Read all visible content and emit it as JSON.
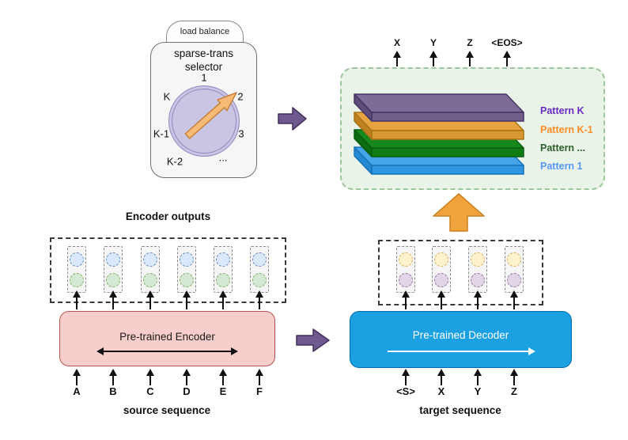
{
  "selector": {
    "tab_label": "load balance",
    "title_line1": "sparse-trans",
    "title_line2": "selector",
    "dial_labels": [
      "1",
      "2",
      "3",
      "...",
      "K-2",
      "K-1",
      "K"
    ],
    "dial_fill": "#c9c5e2",
    "dial_border": "#8f89bf",
    "arrow_fill": "#f8bb77",
    "arrow_stroke": "#c87f37"
  },
  "flow_arrows": {
    "purple_fill": "#6e5a8e",
    "purple_stroke": "#43305c",
    "orange_fill": "#f0a33c",
    "orange_stroke": "#c8811e"
  },
  "pattern_panel": {
    "background": "#eaf3e7",
    "border": "#9cc69c",
    "outputs": [
      "X",
      "Y",
      "Z",
      "<EOS>"
    ],
    "layers": [
      {
        "label": "Pattern K",
        "label_color": "#6a2cc7",
        "top": "#7d6c98",
        "front": "#705f8b",
        "side": "#5e4d79",
        "stroke": "#443366"
      },
      {
        "label": "Pattern K-1",
        "label_color": "#ff8c26",
        "top": "#e6a33e",
        "front": "#d99832",
        "side": "#c08020",
        "stroke": "#a87414"
      },
      {
        "label": "Pattern ...",
        "label_color": "#2d5f2d",
        "top": "#17891c",
        "front": "#0f7d14",
        "side": "#0a6b10",
        "stroke": "#0a5c0e"
      },
      {
        "label": "Pattern 1",
        "label_color": "#5596f6",
        "top": "#46a4e8",
        "front": "#2f97e2",
        "side": "#2488d2",
        "stroke": "#1774b8"
      }
    ]
  },
  "encoder": {
    "outputs_title": "Encoder outputs",
    "label": "Pre-trained Encoder",
    "fill": "#f8cecc",
    "border": "#b85450",
    "tokens": [
      "A",
      "B",
      "C",
      "D",
      "E",
      "F"
    ],
    "sequence_label": "source sequence",
    "cell": {
      "blue_fill": "#dae8fc",
      "blue_border": "#6c8ebf",
      "green_fill": "#d5e8d4",
      "green_border": "#82b366"
    }
  },
  "decoder": {
    "label": "Pre-trained Decoder",
    "fill": "#1ba1e2",
    "border": "#006eaf",
    "tokens": [
      "<S>",
      "X",
      "Y",
      "Z"
    ],
    "sequence_label": "target sequence",
    "cell": {
      "yellow_fill": "#fff2cc",
      "yellow_border": "#d6b656",
      "purple_fill": "#e1d5e7",
      "purple_border": "#9673a6"
    }
  }
}
